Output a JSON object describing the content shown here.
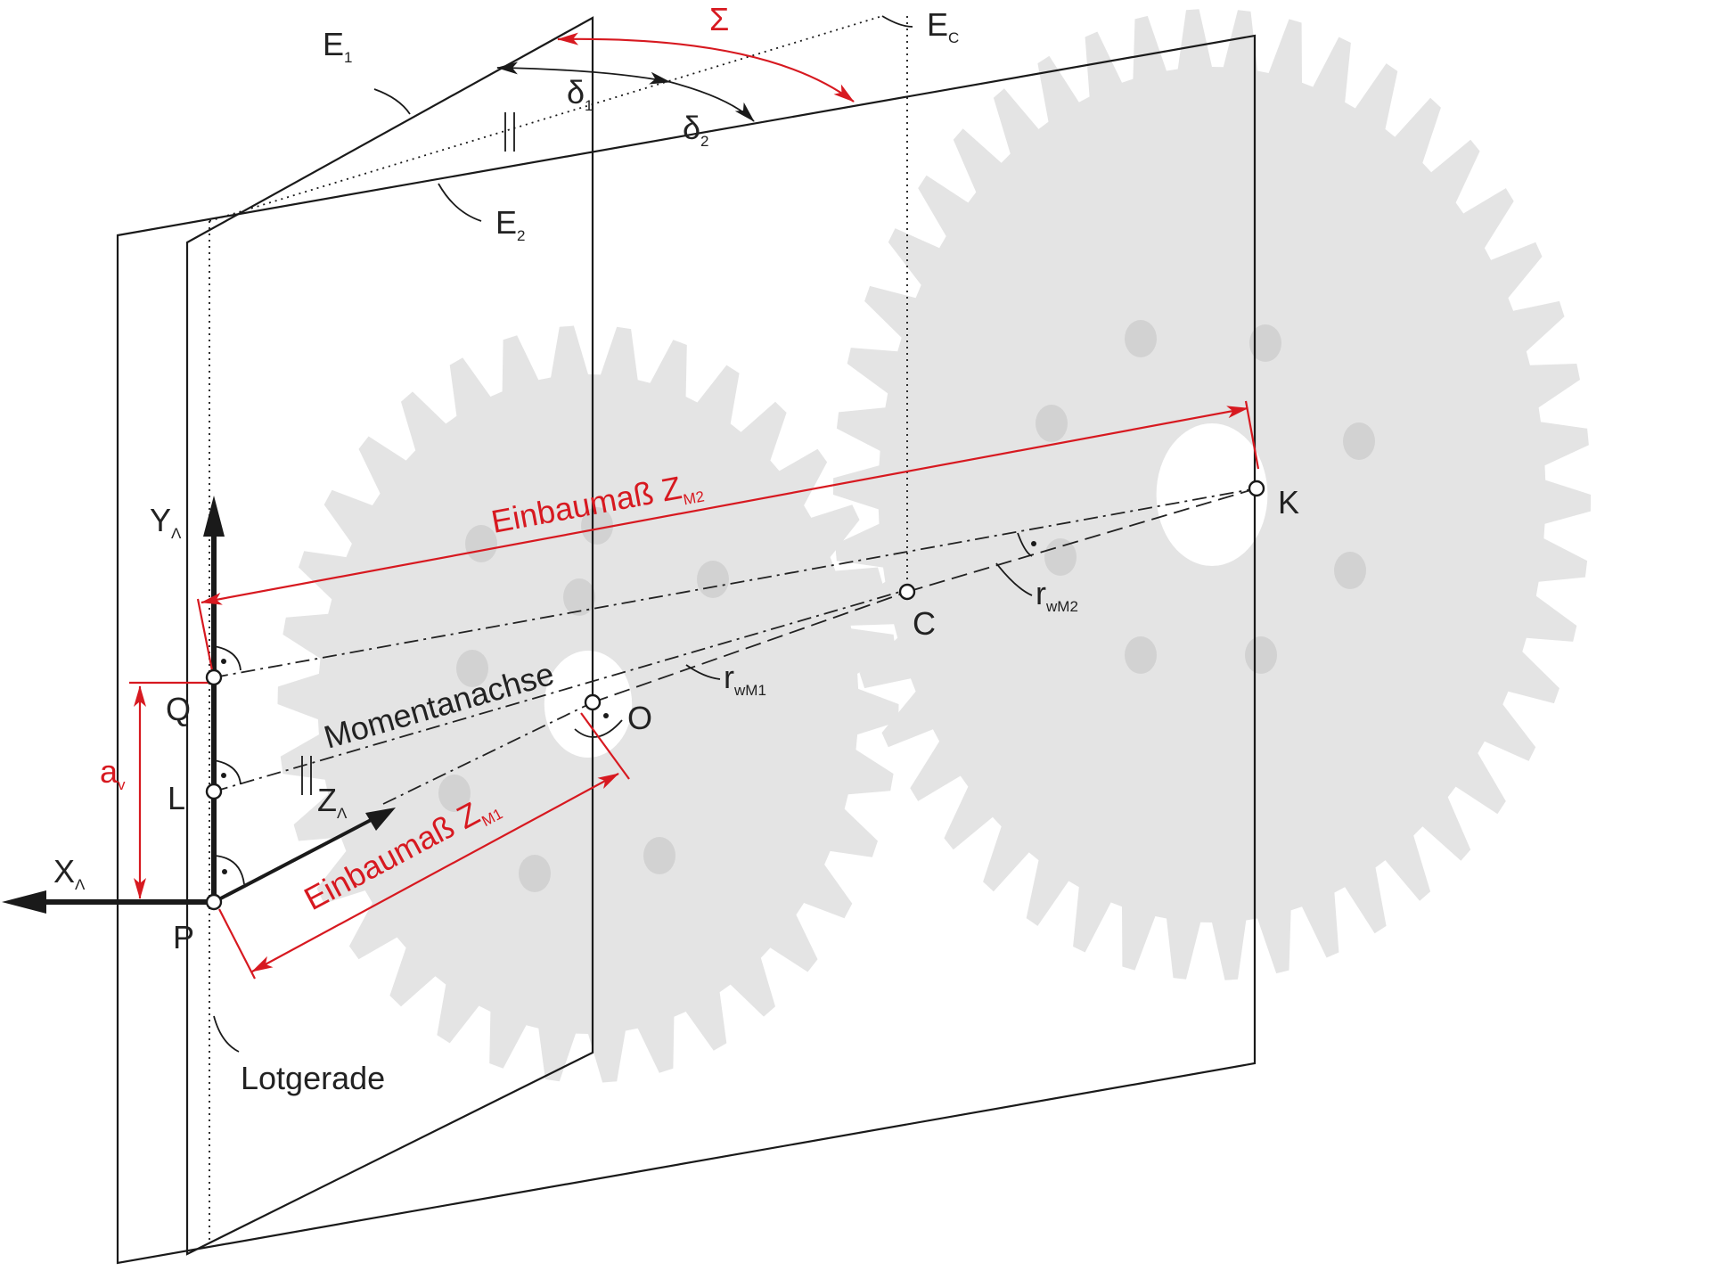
{
  "diagram": {
    "colors": {
      "gear": "#e4e4e4",
      "gear_hole": "#d2d2d2",
      "line": "#1a1a1a",
      "accent_red": "#d71920"
    },
    "planes": {
      "e1": {
        "main": "E",
        "sub": "1"
      },
      "e2": {
        "main": "E",
        "sub": "2"
      },
      "ec": {
        "main": "E",
        "sub": "C"
      }
    },
    "angles": {
      "sigma": "Σ",
      "delta1": {
        "main": "δ",
        "sub": "1"
      },
      "delta2": {
        "main": "δ",
        "sub": "2"
      }
    },
    "axes": {
      "y": {
        "main": "Y",
        "sub": "Λ"
      },
      "x": {
        "main": "X",
        "sub": "Λ"
      },
      "z": {
        "main": "Z",
        "sub": "Λ"
      }
    },
    "points": {
      "q": "Q",
      "l": "L",
      "p": "P",
      "o": "O",
      "c": "C",
      "k": "K"
    },
    "labels": {
      "momentanachse": "Momentanachse",
      "lotgerade": "Lotgerade",
      "av": {
        "main": "a",
        "sub": "v"
      },
      "einbaumass_m1": {
        "main": "Einbaumaß Z",
        "sub": "M1"
      },
      "einbaumass_m2": {
        "main": "Einbaumaß Z",
        "sub": "M2"
      },
      "rwm1": {
        "main": "r",
        "sub": "wM1"
      },
      "rwm2": {
        "main": "r",
        "sub": "wM2"
      },
      "parallel": "||",
      "perp": "·"
    }
  }
}
